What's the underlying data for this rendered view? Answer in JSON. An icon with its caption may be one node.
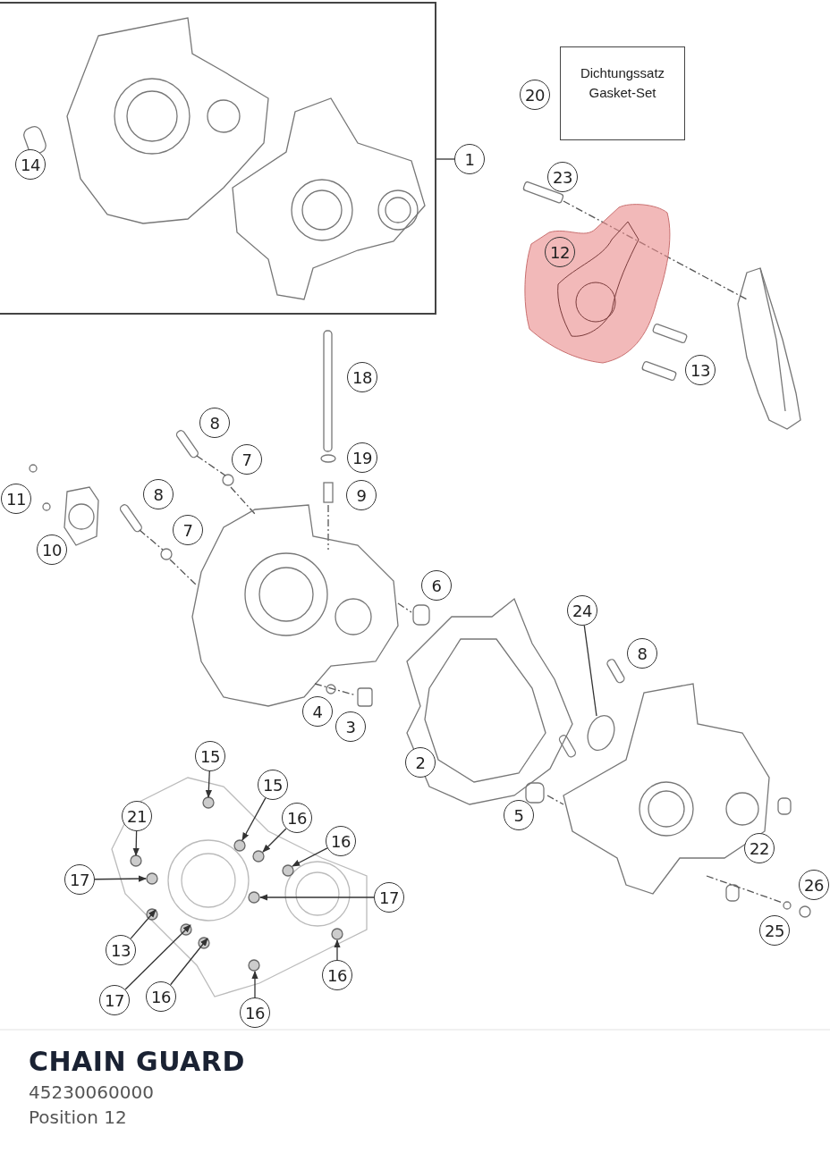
{
  "diagram": {
    "title": "CHAIN GUARD",
    "nodes": [
      {
        "text": [],
        "shape": "box"
      },
      {
        "text": [
          "1"
        ]
      },
      {
        "text": [
          "Dichtungssatz Gasket-Set"
        ]
      },
      {
        "text": [
          "12"
        ]
      },
      {
        "text": [
          "15"
        ]
      },
      {
        "text": [
          "15"
        ]
      },
      {
        "text": [
          "21"
        ]
      },
      {
        "text": [
          "16"
        ]
      },
      {
        "text": [
          "16"
        ]
      },
      {
        "text": [
          "17"
        ]
      },
      {
        "text": [
          "17"
        ]
      },
      {
        "text": [
          "13"
        ]
      },
      {
        "text": [
          "17"
        ]
      },
      {
        "text": [
          "16"
        ]
      },
      {
        "text": [
          "16"
        ]
      },
      {
        "text": [
          "16"
        ]
      },
      {
        "text": [
          "24"
        ]
      },
      {
        "text": [
          "14"
        ],
        "in": 0
      },
      {
        "text": [
          "20"
        ]
      },
      {
        "text": [
          "23"
        ]
      },
      {
        "text": [
          "13"
        ]
      },
      {
        "text": [
          "18"
        ]
      },
      {
        "text": [
          "8"
        ]
      },
      {
        "text": [
          "19"
        ]
      },
      {
        "text": [
          "7"
        ]
      },
      {
        "text": [
          "11"
        ]
      },
      {
        "text": [
          "9"
        ]
      },
      {
        "text": [
          "8"
        ]
      },
      {
        "text": [
          "10"
        ]
      },
      {
        "text": [
          "7"
        ]
      },
      {
        "text": [
          "6"
        ]
      },
      {
        "text": [
          "8"
        ]
      },
      {
        "text": [
          "4"
        ]
      },
      {
        "text": [
          "3"
        ]
      },
      {
        "text": [
          "2"
        ]
      },
      {
        "text": [
          "5"
        ]
      },
      {
        "text": [
          "22"
        ]
      },
      {
        "text": [
          "26"
        ]
      },
      {
        "text": [
          "25"
        ]
      }
    ],
    "edges": [
      {
        "from": 1,
        "to": 0,
        "arrow": "none"
      },
      {
        "from": 4,
        "to": null,
        "arrow": "to"
      },
      {
        "from": 5,
        "to": null,
        "arrow": "to"
      },
      {
        "from": 6,
        "to": null,
        "arrow": "to"
      },
      {
        "from": 7,
        "to": null,
        "arrow": "to"
      },
      {
        "from": 8,
        "to": null,
        "arrow": "to"
      },
      {
        "from": 9,
        "to": null,
        "arrow": "to"
      },
      {
        "from": 10,
        "to": null,
        "arrow": "to"
      },
      {
        "from": 11,
        "to": null,
        "arrow": "to"
      },
      {
        "from": 12,
        "to": null,
        "arrow": "to"
      },
      {
        "from": 13,
        "to": null,
        "arrow": "to"
      },
      {
        "from": 14,
        "to": null,
        "arrow": "to"
      },
      {
        "from": 15,
        "to": null,
        "arrow": "to"
      },
      {
        "from": 16,
        "to": null,
        "arrow": "none"
      }
    ],
    "labels": [
      "45230060000",
      "Position 12"
    ]
  }
}
